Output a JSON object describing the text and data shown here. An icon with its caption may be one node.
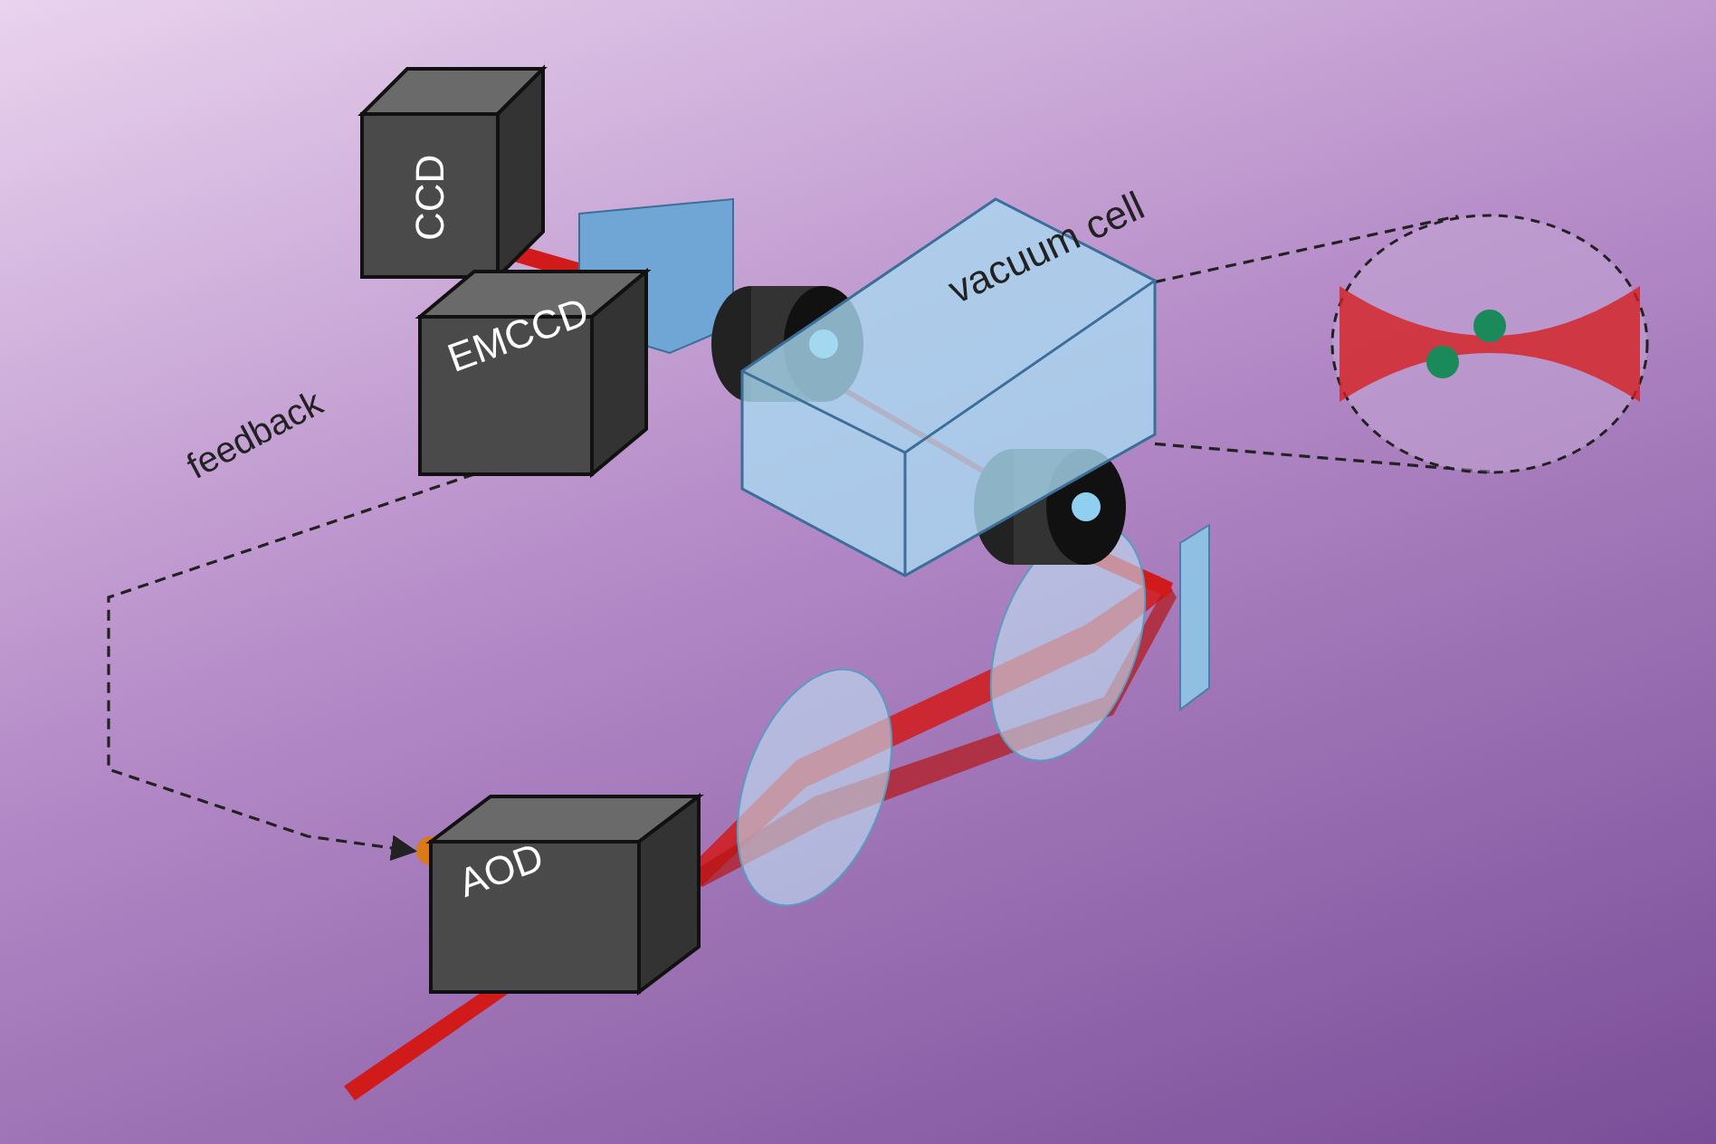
{
  "diagram": {
    "nodes": [
      {
        "text": [
          "CCD"
        ]
      },
      {
        "text": [
          "EMCCD"
        ]
      },
      {
        "text": [
          "vacuum cell"
        ]
      },
      {
        "text": [
          "AOD"
        ]
      },
      {
        "text": [],
        "shape": "circle"
      }
    ],
    "edges": [
      {
        "from": 1,
        "to": 3,
        "arrow": "to",
        "label": "feedback",
        "style": "dashed"
      },
      {
        "from": 2,
        "to": 4,
        "arrow": "none",
        "style": "dashed"
      },
      {
        "from": 2,
        "to": 4,
        "arrow": "none",
        "style": "dashed"
      }
    ]
  }
}
